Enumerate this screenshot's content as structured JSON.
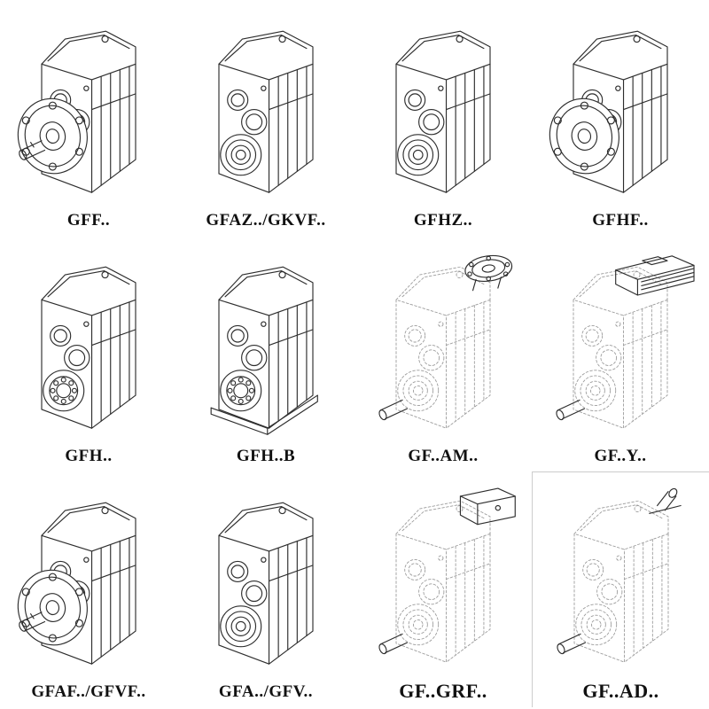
{
  "grid": {
    "items": [
      {
        "label": "GFF..",
        "drawing": "flange-output-gearbox-with-shaft"
      },
      {
        "label": "GFAZ../GKVF..",
        "drawing": "hollow-shaft-gearbox"
      },
      {
        "label": "GFHZ..",
        "drawing": "hollow-shaft-gearbox"
      },
      {
        "label": "GFHF..",
        "drawing": "flange-output-hollow-gearbox"
      },
      {
        "label": "GFH..",
        "drawing": "hollow-shaft-gearbox-bearing"
      },
      {
        "label": "GFH..B",
        "drawing": "foot-mounted-hollow-gearbox"
      },
      {
        "label": "GF..AM..",
        "drawing": "gearbox-with-input-flange-adapter"
      },
      {
        "label": "GF..Y..",
        "drawing": "gearbox-with-mounted-motor"
      },
      {
        "label": "GFAF../GFVF..",
        "drawing": "flange-output-gearbox-with-shaft"
      },
      {
        "label": "GFA../GFV..",
        "drawing": "hollow-shaft-gearbox"
      },
      {
        "label": "GF..GRF..",
        "drawing": "gearbox-with-input-housing"
      },
      {
        "label": "GF..AD..",
        "drawing": "gearbox-with-input-shaft-adapter"
      }
    ]
  }
}
